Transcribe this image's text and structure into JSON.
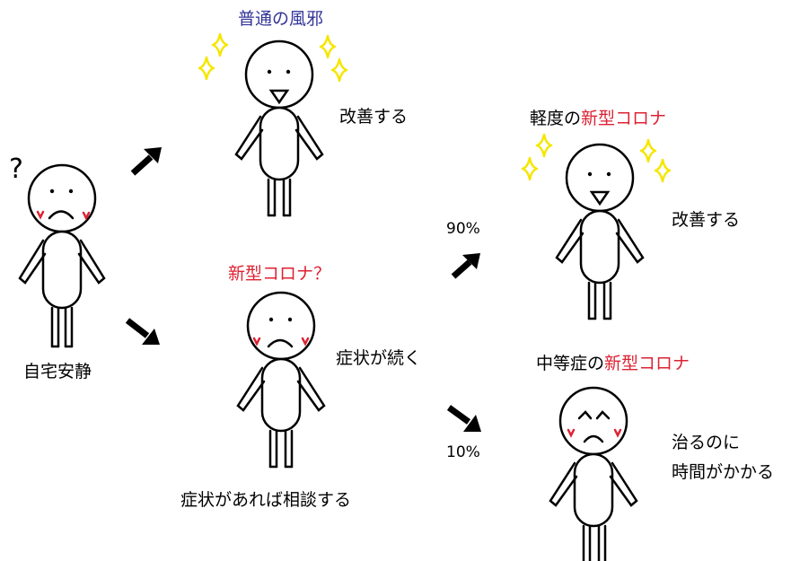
{
  "start": {
    "mark": "?",
    "caption": "自宅安静"
  },
  "cold": {
    "title": "普通の風邪",
    "result": "改善する"
  },
  "suspect": {
    "title": "新型コロナ？",
    "symptom": "症状が続く",
    "advice": "症状があれば相談する"
  },
  "mild": {
    "title_prefix": "軽度の",
    "title_highlight": "新型コロナ",
    "result": "改善する",
    "percent": "90%"
  },
  "moderate": {
    "title_prefix": "中等症の",
    "title_highlight": "新型コロナ",
    "result_line1": "治るのに",
    "result_line2": "時間がかかる",
    "percent": "10%"
  },
  "colors": {
    "highlight": "#dd2233",
    "cold_title": "#333399",
    "sparkle": "#f5e600",
    "cheek": "#dd2233",
    "arrow": "#000000"
  }
}
